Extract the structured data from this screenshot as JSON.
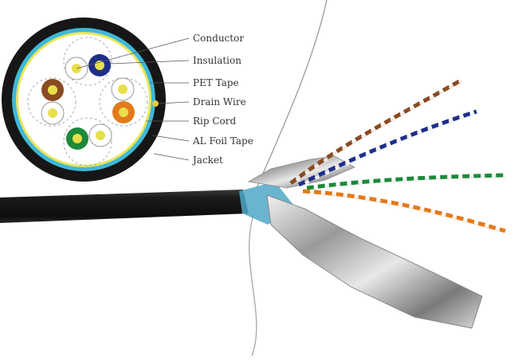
{
  "diagram": {
    "labels": [
      {
        "id": "conductor",
        "text": "Conductor"
      },
      {
        "id": "insulation",
        "text": "Insulation"
      },
      {
        "id": "pet_tape",
        "text": "PET Tape"
      },
      {
        "id": "drain_wire",
        "text": "Drain Wire"
      },
      {
        "id": "rip_cord",
        "text": "Rip Cord"
      },
      {
        "id": "al_foil_tape",
        "text": "AL Foil Tape"
      },
      {
        "id": "jacket",
        "text": "Jacket"
      }
    ],
    "colors": {
      "jacket": "#1c1c1c",
      "al_foil": "#3fb8d8",
      "pet_tape": "#e8e65a",
      "pair_blue": "#1e2f8a",
      "pair_brown": "#8a4a22",
      "pair_orange": "#e37a1c",
      "pair_green": "#1c8a3a",
      "conductor": "#e8e04a"
    }
  }
}
